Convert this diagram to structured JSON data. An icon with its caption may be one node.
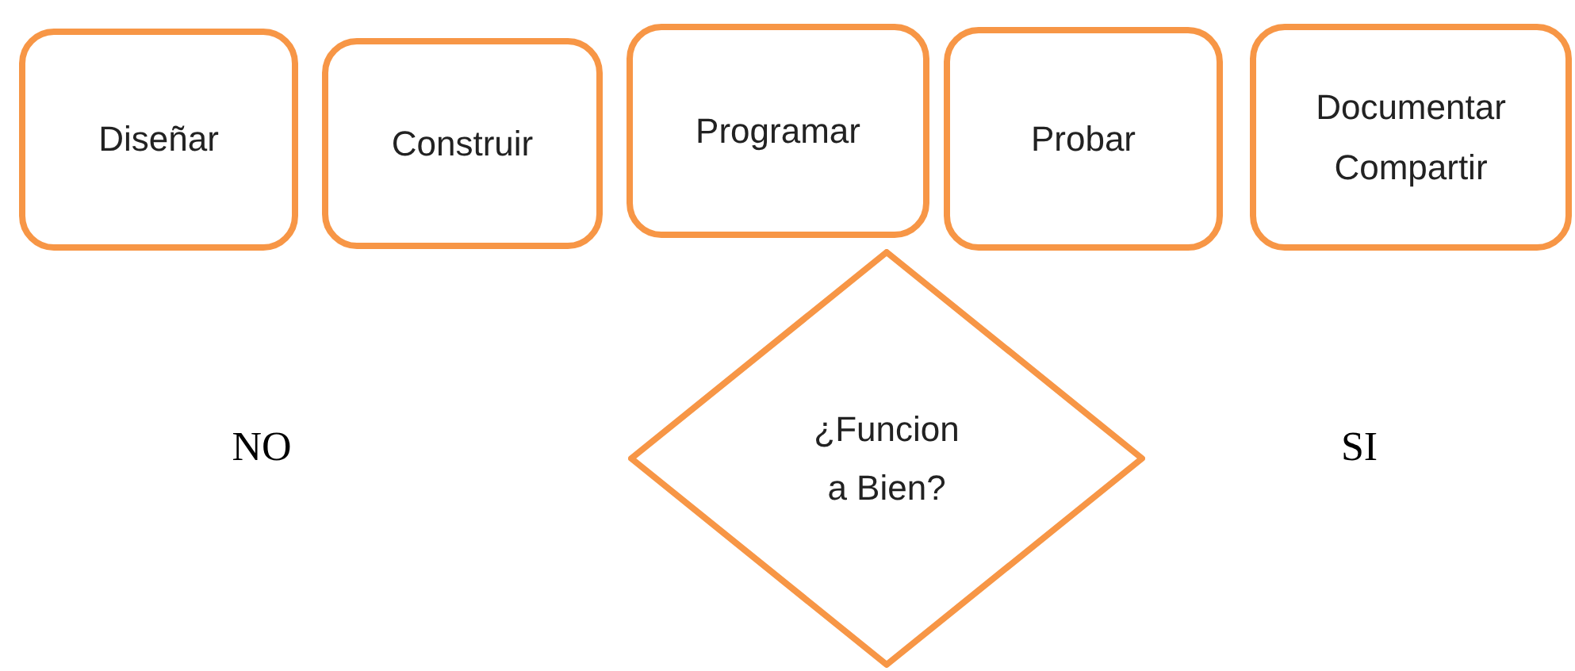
{
  "diagram": {
    "nodes": [
      {
        "text": [
          "Diseñar"
        ]
      },
      {
        "text": [
          "Construir"
        ]
      },
      {
        "text": [
          "Programar"
        ]
      },
      {
        "text": [
          "Probar"
        ]
      },
      {
        "text": [
          "Documentar Compartir"
        ]
      },
      {
        "text": [
          "¿Funcion a Bien?"
        ]
      }
    ],
    "labels": [
      "NO",
      "SI"
    ]
  }
}
